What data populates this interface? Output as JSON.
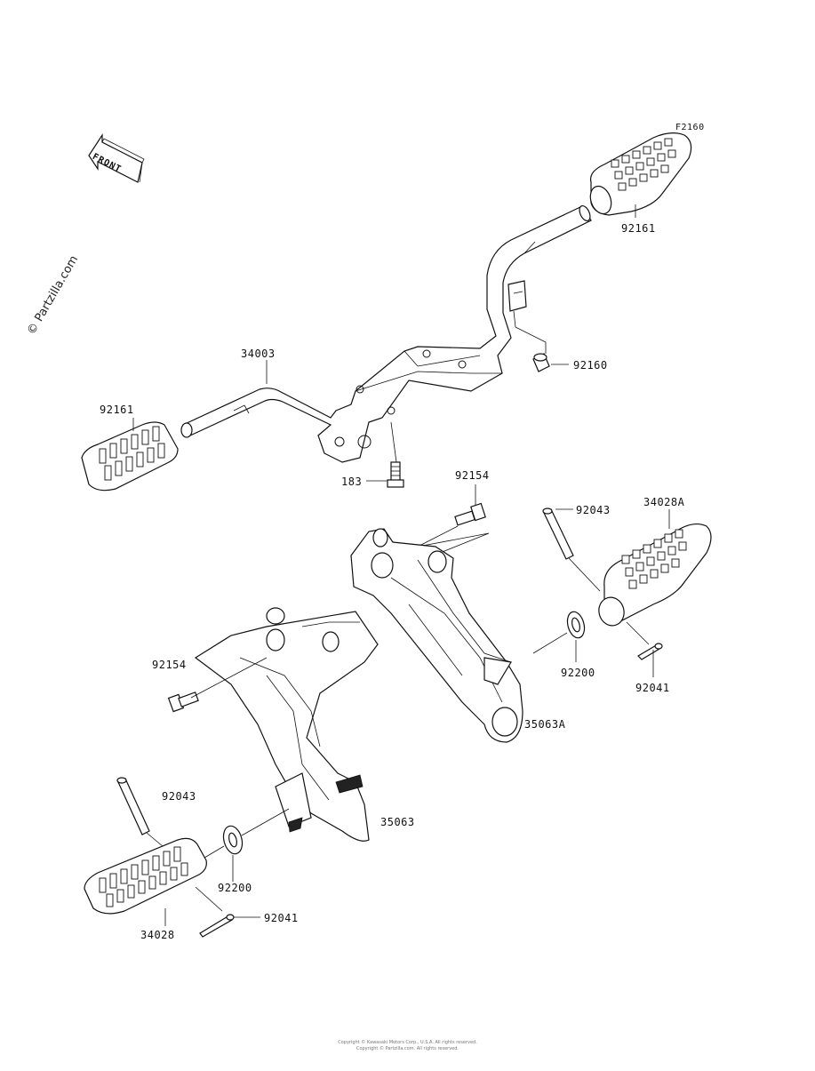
{
  "diagram_code": "F2160",
  "watermark": "© Partzilla.com",
  "front_arrow_text": "FRONT",
  "labels": {
    "p34003": "34003",
    "p92161_top": "92161",
    "p92161_left": "92161",
    "p92160": "92160",
    "p183": "183",
    "p92154_top": "92154",
    "p92154_left": "92154",
    "p92043_right": "92043",
    "p34028A": "34028A",
    "p92200_right": "92200",
    "p92041_right": "92041",
    "p35063A": "35063A",
    "p92043_left": "92043",
    "p35063": "35063",
    "p92200_left": "92200",
    "p92041_left": "92041",
    "p34028": "34028"
  },
  "footer": {
    "line1": "Copyright © Kawasaki Motors Corp., U.S.A. All rights reserved.",
    "line2": "Copyright © Partzilla.com. All rights reserved."
  }
}
